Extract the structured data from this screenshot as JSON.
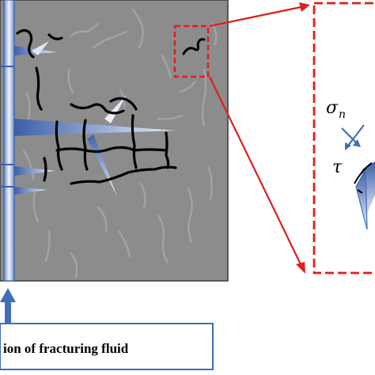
{
  "caption": "ion of fracturing fluid",
  "labels": {
    "normal_stress_symbol": "σ",
    "normal_stress_subscript": "n",
    "shear_stress_symbol": "τ"
  },
  "colors": {
    "rock": "#8c8c8c",
    "wellbore": "#cfd9f0",
    "wellbore_edge": "#4a6fb5",
    "fracture": "#4a6fb5",
    "natural_fracture_active": "#000000",
    "natural_fracture_inactive": "#9a9a9a",
    "zoom_box": "#e01e1e",
    "arrow_blue": "#3f6fb5"
  }
}
